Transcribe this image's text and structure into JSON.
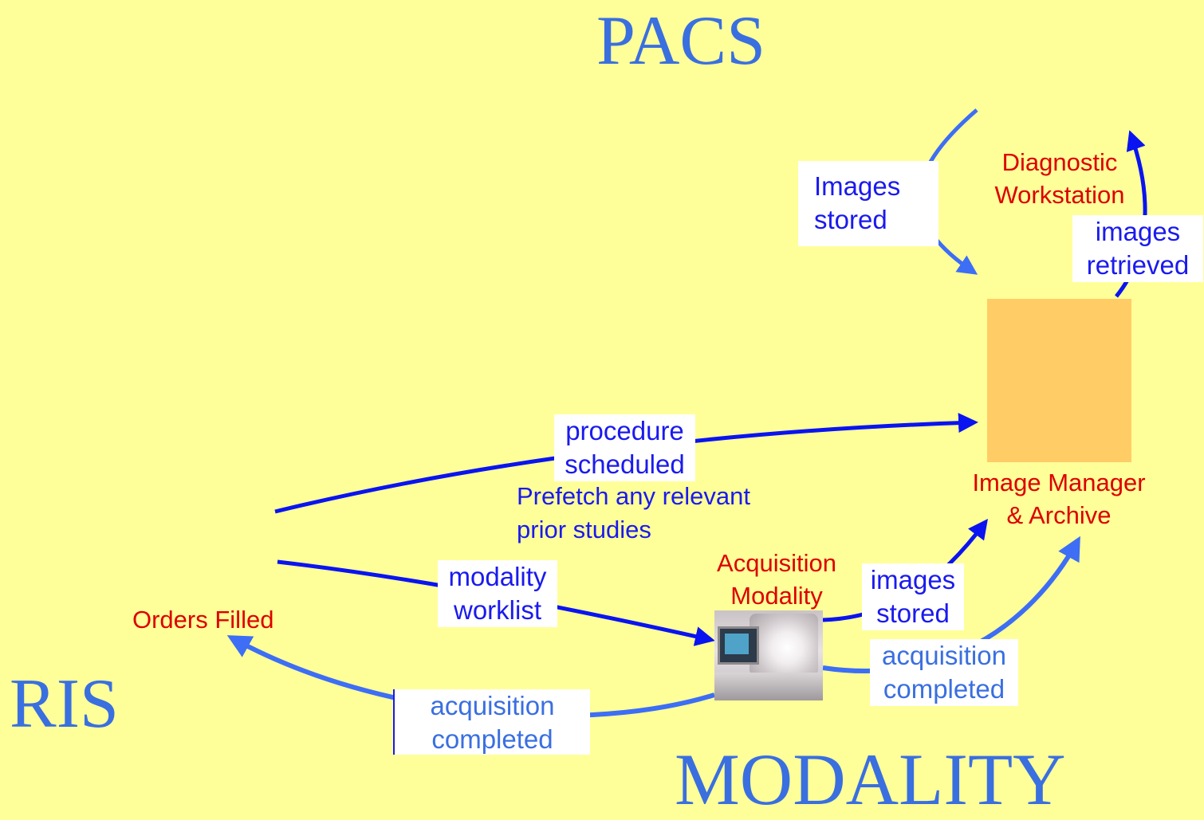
{
  "regions": {
    "pacs": "PACS",
    "ris": "RIS",
    "modality": "MODALITY"
  },
  "nodes": {
    "orders_filled": "Orders Filled",
    "acquisition_modality": [
      "Acquisition",
      "Modality"
    ],
    "image_manager": [
      "Image Manager",
      "& Archive"
    ],
    "diagnostic_workstation": [
      "Diagnostic",
      "Workstation"
    ]
  },
  "messages": {
    "procedure_scheduled": [
      "procedure",
      "scheduled"
    ],
    "prefetch_note": [
      "Prefetch any relevant",
      "prior studies"
    ],
    "modality_worklist": [
      "modality",
      "worklist"
    ],
    "images_stored_modality": [
      "images",
      "stored"
    ],
    "acquisition_completed_ris": [
      "acquisition",
      "completed"
    ],
    "acquisition_completed_archive": [
      "acquisition",
      "completed"
    ],
    "images_stored_pacs": [
      "Images",
      "stored"
    ],
    "images_retrieved": [
      "images",
      "retrieved"
    ]
  },
  "colors": {
    "background": "#ffff99",
    "region_text": "#3a6fe0",
    "node_text": "#dd0000",
    "arrow_dark": "#0a14f0",
    "arrow_light": "#3d6ef5",
    "label_dark": "#1a1aee",
    "label_light": "#3a6fe0",
    "archive_box": "#ffcc66"
  }
}
